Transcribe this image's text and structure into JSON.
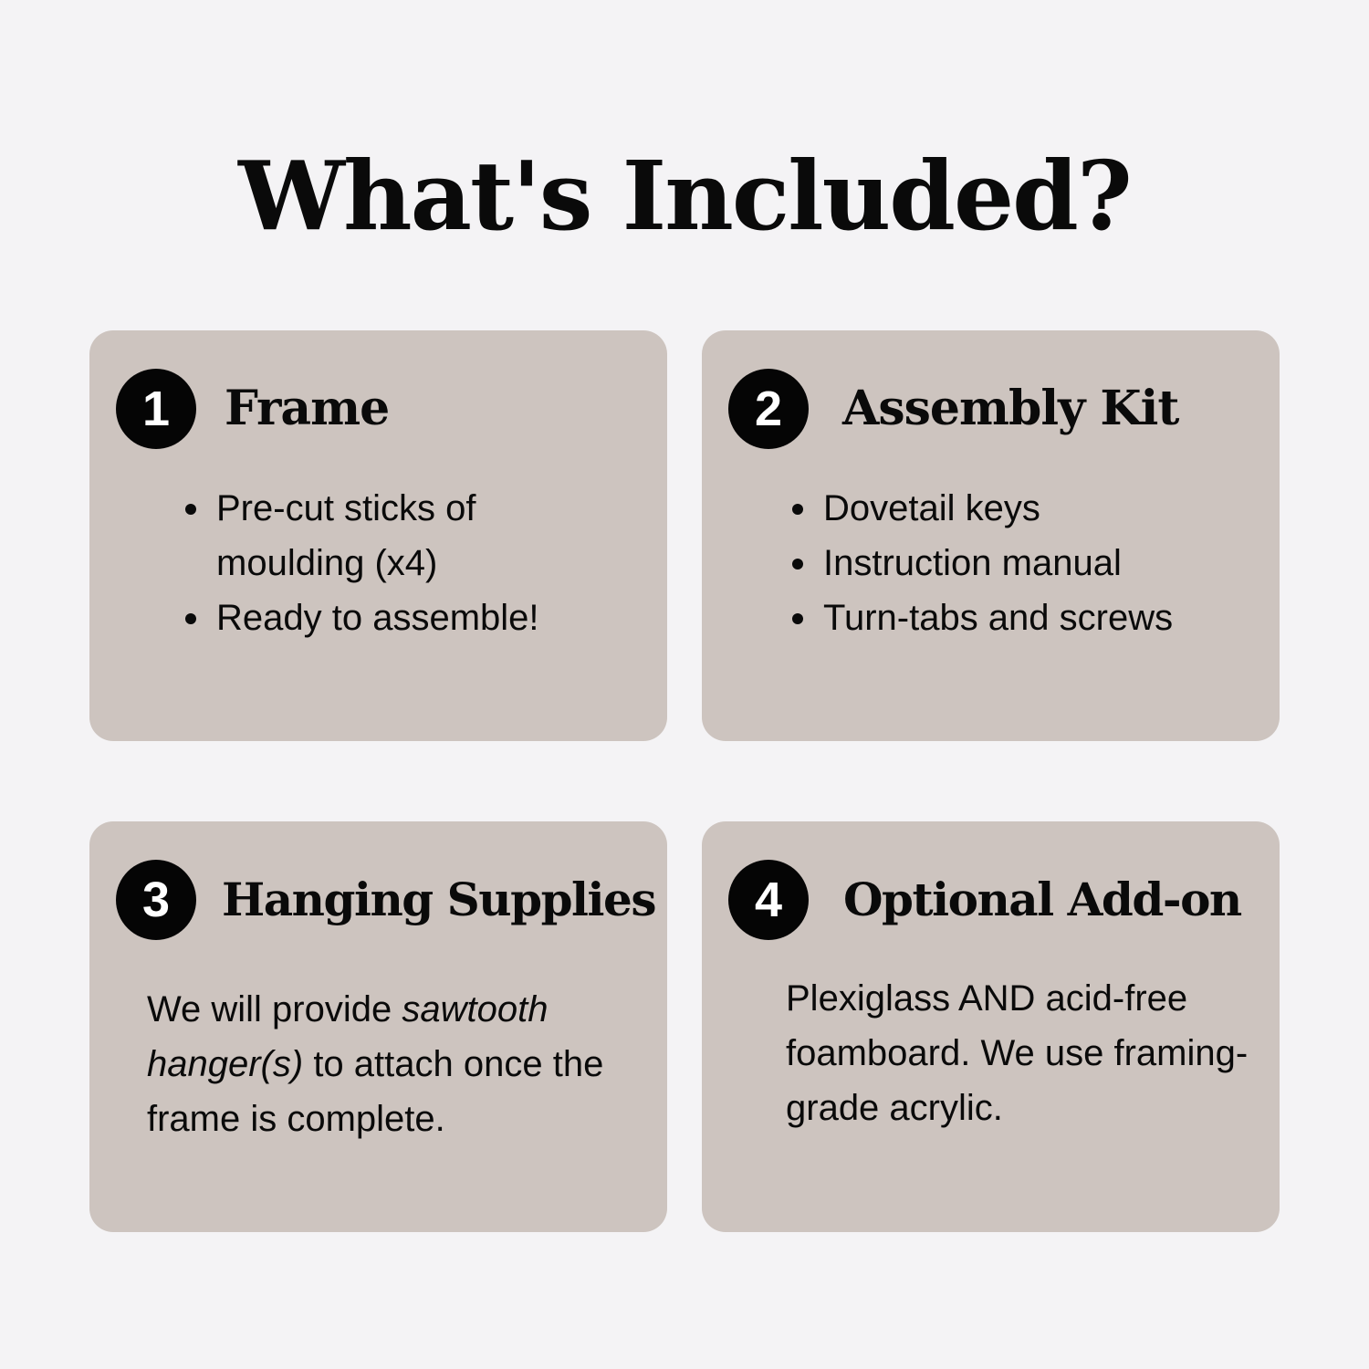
{
  "page": {
    "title": "What's Included?",
    "colors": {
      "background": "#f4f3f5",
      "card": "#cdc4bf",
      "badge": "#050505",
      "text": "#0a0a0a"
    }
  },
  "cards": [
    {
      "number": "1",
      "title": "Frame",
      "bullets": [
        "Pre-cut sticks of moulding (x4)",
        "Ready to assemble!"
      ]
    },
    {
      "number": "2",
      "title": "Assembly Kit",
      "bullets": [
        "Dovetail keys",
        "Instruction manual",
        "Turn-tabs and screws"
      ]
    },
    {
      "number": "3",
      "title": "Hanging Supplies",
      "text": {
        "before": "We will provide ",
        "emphasis": "sawtooth hanger(s)",
        "after": " to attach once the frame is complete."
      }
    },
    {
      "number": "4",
      "title": "Optional Add-on",
      "text": "Plexiglass AND acid-free foamboard. We use framing-grade acrylic."
    }
  ]
}
